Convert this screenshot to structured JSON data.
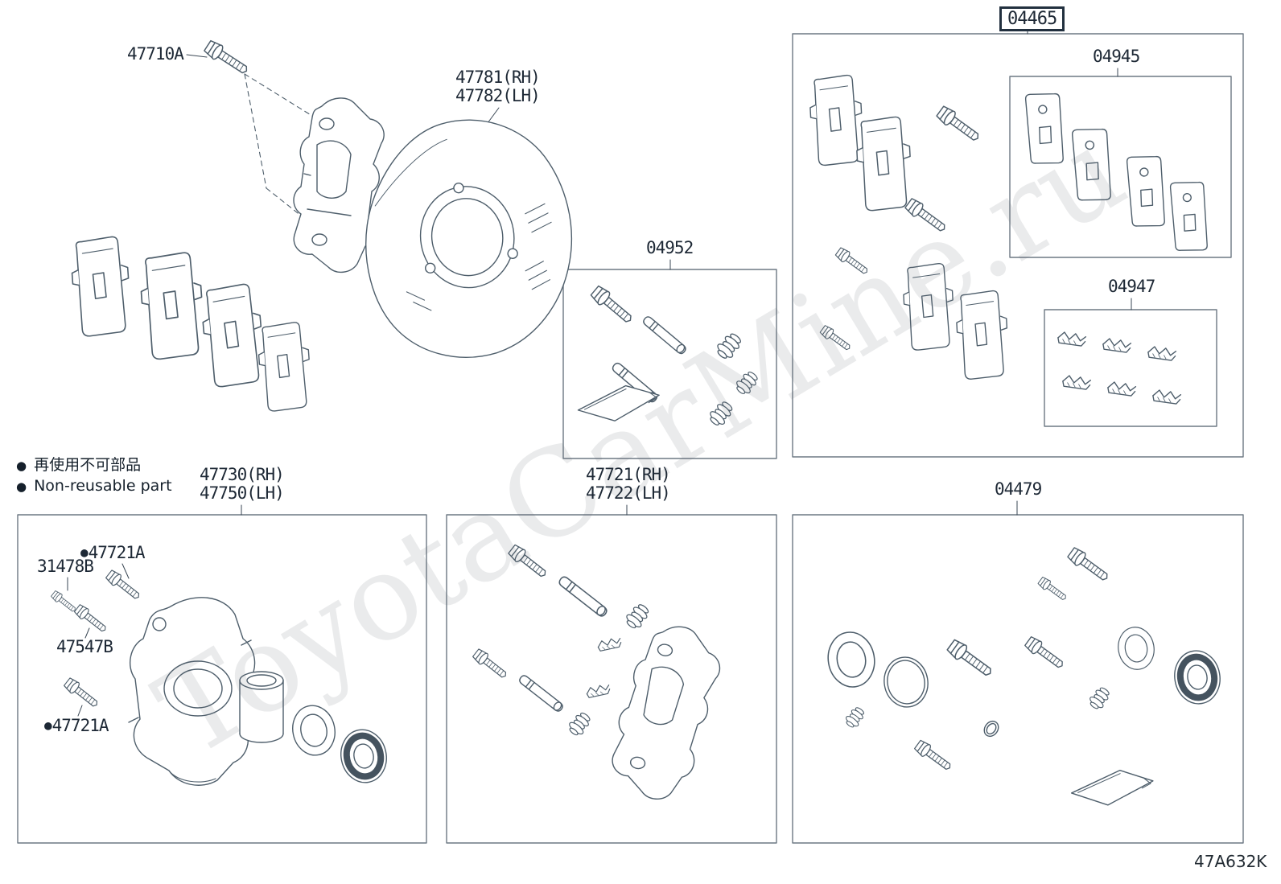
{
  "colors": {
    "line": "#4e5e6b",
    "text": "#1d2835",
    "box_border": "#6d7883",
    "highlight_box_border": "#22303f"
  },
  "watermark": "ToyotaCarMine.ru",
  "diagram_code": "47A632K",
  "legend": {
    "bullet": "●",
    "jp": "再使用不可部品",
    "en": "Non-reusable part"
  },
  "labels": {
    "mount_bolt": "47710A",
    "dust_shield_rh": "47781(RH)",
    "dust_shield_lh": "47782(LH)",
    "pad_kit": "04465",
    "shim_kit": "04945",
    "fitting_kit": "04947",
    "bushing_kit": "04952",
    "caliper_rh": "47730(RH)",
    "caliper_lh": "47750(LH)",
    "mounting_rh": "47721(RH)",
    "mounting_lh": "47722(LH)",
    "seal_kit": "04479",
    "bleeder_plug": "31478B",
    "pin_bolt_upper": "47721A",
    "bleeder": "47547B",
    "pin_bolt_lower": "47721A"
  }
}
